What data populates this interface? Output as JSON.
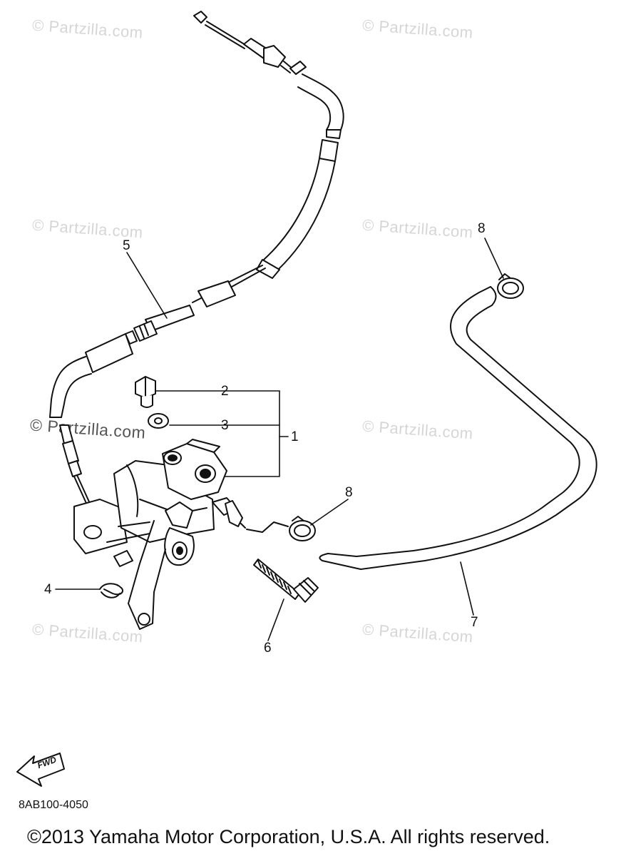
{
  "watermark": "© Partzilla.com",
  "callouts": {
    "c1": "1",
    "c2": "2",
    "c3": "3",
    "c4": "4",
    "c5": "5",
    "c6": "6",
    "c7": "7",
    "c8a": "8",
    "c8b": "8"
  },
  "fwd_label": "FWD",
  "diagram_code": "8AB100-4050",
  "copyright": "©2013 Yamaha Motor Corporation, U.S.A. All rights reserved."
}
